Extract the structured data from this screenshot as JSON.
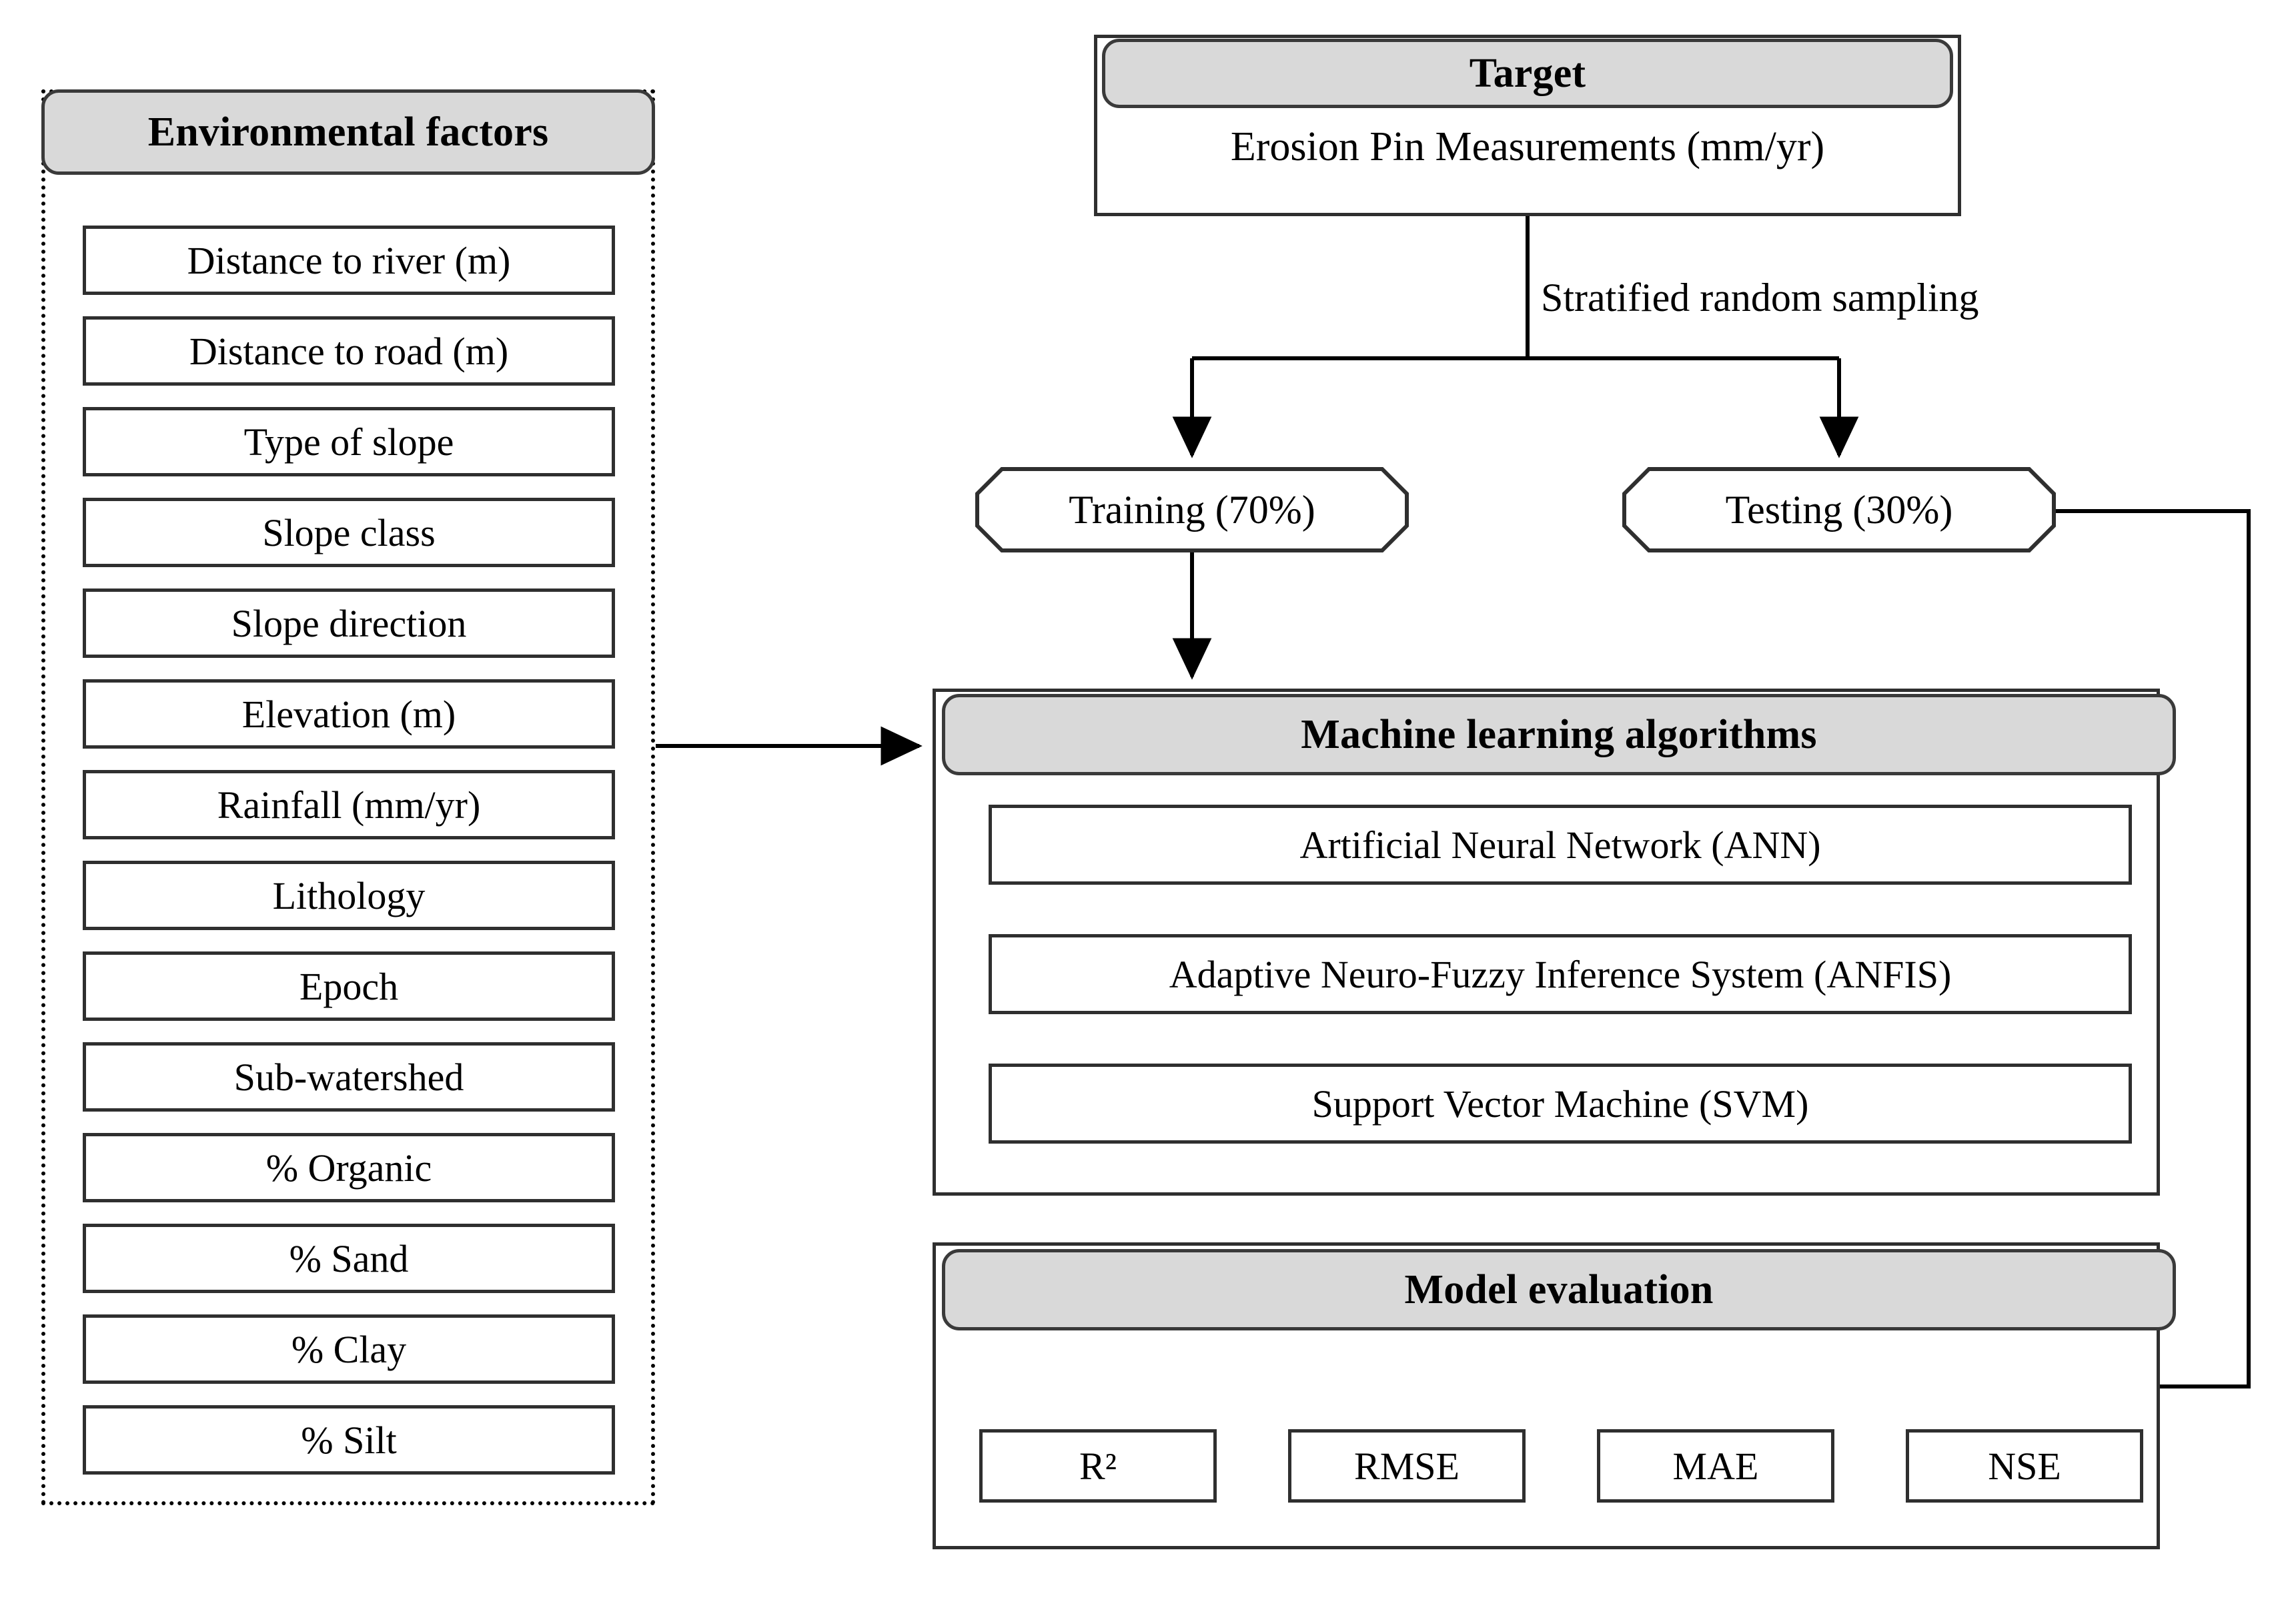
{
  "colors": {
    "header_fill": "#d9d9d9",
    "box_stroke": "#2f2f2f",
    "page_background": "#ffffff",
    "line": "#000000"
  },
  "environmental_factors": {
    "header": "Environmental factors",
    "items": [
      "Distance to river (m)",
      "Distance to road  (m)",
      "Type of slope",
      "Slope class",
      "Slope direction",
      "Elevation (m)",
      "Rainfall (mm/yr)",
      "Lithology",
      "Epoch",
      "Sub-watershed",
      "% Organic",
      "% Sand",
      "% Clay",
      "% Silt"
    ]
  },
  "target": {
    "header": "Target",
    "value": "Erosion Pin  Measurements (mm/yr)"
  },
  "sampling": {
    "label": "Stratified random sampling",
    "training": "Training (70%)",
    "testing": "Testing (30%)"
  },
  "machine_learning": {
    "header": "Machine learning algorithms",
    "algorithms": [
      "Artificial Neural Network (ANN)",
      "Adaptive Neuro-Fuzzy Inference System (ANFIS)",
      "Support Vector Machine (SVM)"
    ]
  },
  "model_evaluation": {
    "header": "Model evaluation",
    "metrics": [
      "R²",
      "RMSE",
      "MAE",
      "NSE"
    ]
  },
  "connectors": [
    {
      "name": "target-to-split",
      "from": "target",
      "to": "sampling-split"
    },
    {
      "name": "split-to-training",
      "from": "sampling-split",
      "to": "training"
    },
    {
      "name": "split-to-testing",
      "from": "sampling-split",
      "to": "testing"
    },
    {
      "name": "training-to-ml",
      "from": "training",
      "to": "machine-learning"
    },
    {
      "name": "factors-to-ml",
      "from": "environmental-factors",
      "to": "machine-learning"
    },
    {
      "name": "testing-to-eval",
      "from": "testing",
      "to": "model-evaluation"
    }
  ]
}
